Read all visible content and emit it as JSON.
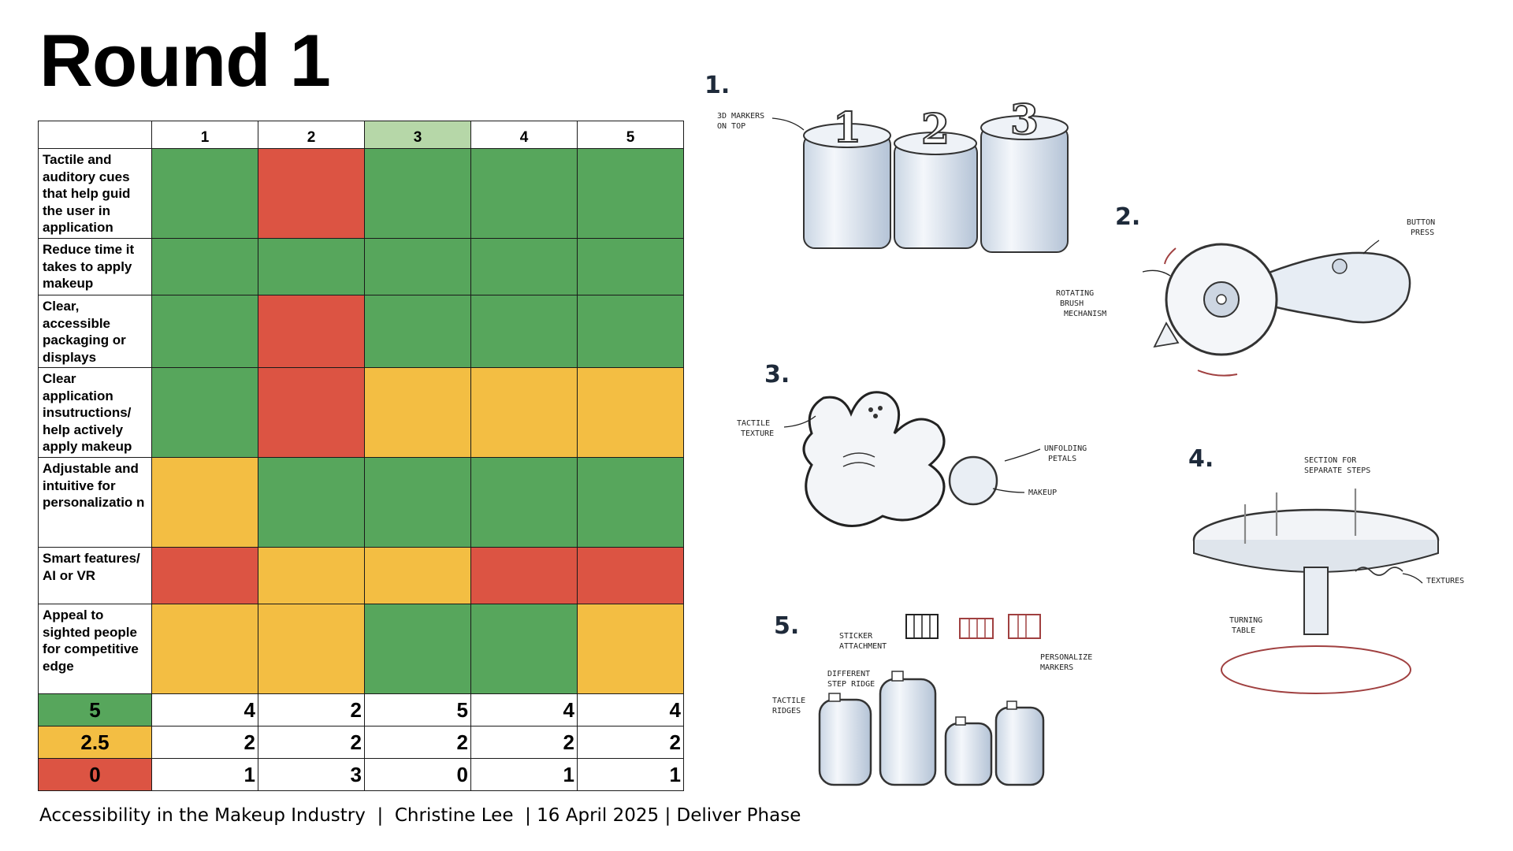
{
  "title": "Round 1",
  "matrix": {
    "concepts": [
      "1",
      "2",
      "3",
      "4",
      "5"
    ],
    "highlighted_concept": "3",
    "criteria": [
      {
        "label": "Tactile and auditory cues that help guid the user in application",
        "ratings": [
          "green",
          "red",
          "green",
          "green",
          "green"
        ]
      },
      {
        "label": "Reduce time it takes to apply makeup",
        "ratings": [
          "green",
          "green",
          "green",
          "green",
          "green"
        ]
      },
      {
        "label": "Clear, accessible packaging or displays",
        "ratings": [
          "green",
          "red",
          "green",
          "green",
          "green"
        ]
      },
      {
        "label": "Clear application insutructions/ help actively apply makeup",
        "ratings": [
          "green",
          "red",
          "yellow",
          "yellow",
          "yellow"
        ]
      },
      {
        "label": "Adjustable and intuitive for personalizatio n",
        "ratings": [
          "yellow",
          "green",
          "green",
          "green",
          "green"
        ]
      },
      {
        "label": "Smart features/ AI or VR",
        "ratings": [
          "red",
          "yellow",
          "yellow",
          "red",
          "red"
        ]
      },
      {
        "label": "Appeal to sighted people for competitive edge",
        "ratings": [
          "yellow",
          "yellow",
          "green",
          "green",
          "yellow"
        ]
      }
    ],
    "legend": [
      {
        "score": "5",
        "color": "green",
        "counts": [
          "4",
          "2",
          "5",
          "4",
          "4"
        ]
      },
      {
        "score": "2.5",
        "color": "yellow",
        "counts": [
          "2",
          "2",
          "2",
          "2",
          "2"
        ]
      },
      {
        "score": "0",
        "color": "red",
        "counts": [
          "1",
          "3",
          "0",
          "1",
          "1"
        ]
      }
    ],
    "colors": {
      "green": "#57a65c",
      "yellow": "#f3be43",
      "red": "#dc5443",
      "highlight": "#b6d7a8"
    }
  },
  "sketches": {
    "s1": {
      "number": "1.",
      "notes": [
        "3D MARKERS",
        "ON TOP"
      ],
      "markers": [
        "1",
        "2",
        "3"
      ]
    },
    "s2": {
      "number": "2.",
      "notes": [
        "BUTTON",
        "PRESS",
        "ROTATING",
        "BRUSH",
        "MECHANISM"
      ]
    },
    "s3": {
      "number": "3.",
      "notes": [
        "TACTILE",
        "TEXTURE",
        "UNFOLDING",
        "PETALS",
        "MAKEUP"
      ]
    },
    "s4": {
      "number": "4.",
      "notes": [
        "SECTION FOR",
        "SEPARATE STEPS",
        "TEXTURES",
        "TURNING",
        "TABLE"
      ]
    },
    "s5": {
      "number": "5.",
      "notes": [
        "STICKER",
        "ATTACHMENT",
        "PERSONALIZE",
        "MARKERS",
        "DIFFERENT",
        "STEP RIDGE",
        "TACTILE",
        "RIDGES"
      ]
    }
  },
  "footer": "Accessibility in the Makeup Industry  |  Christine Lee  | 16 April 2025 | Deliver Phase"
}
